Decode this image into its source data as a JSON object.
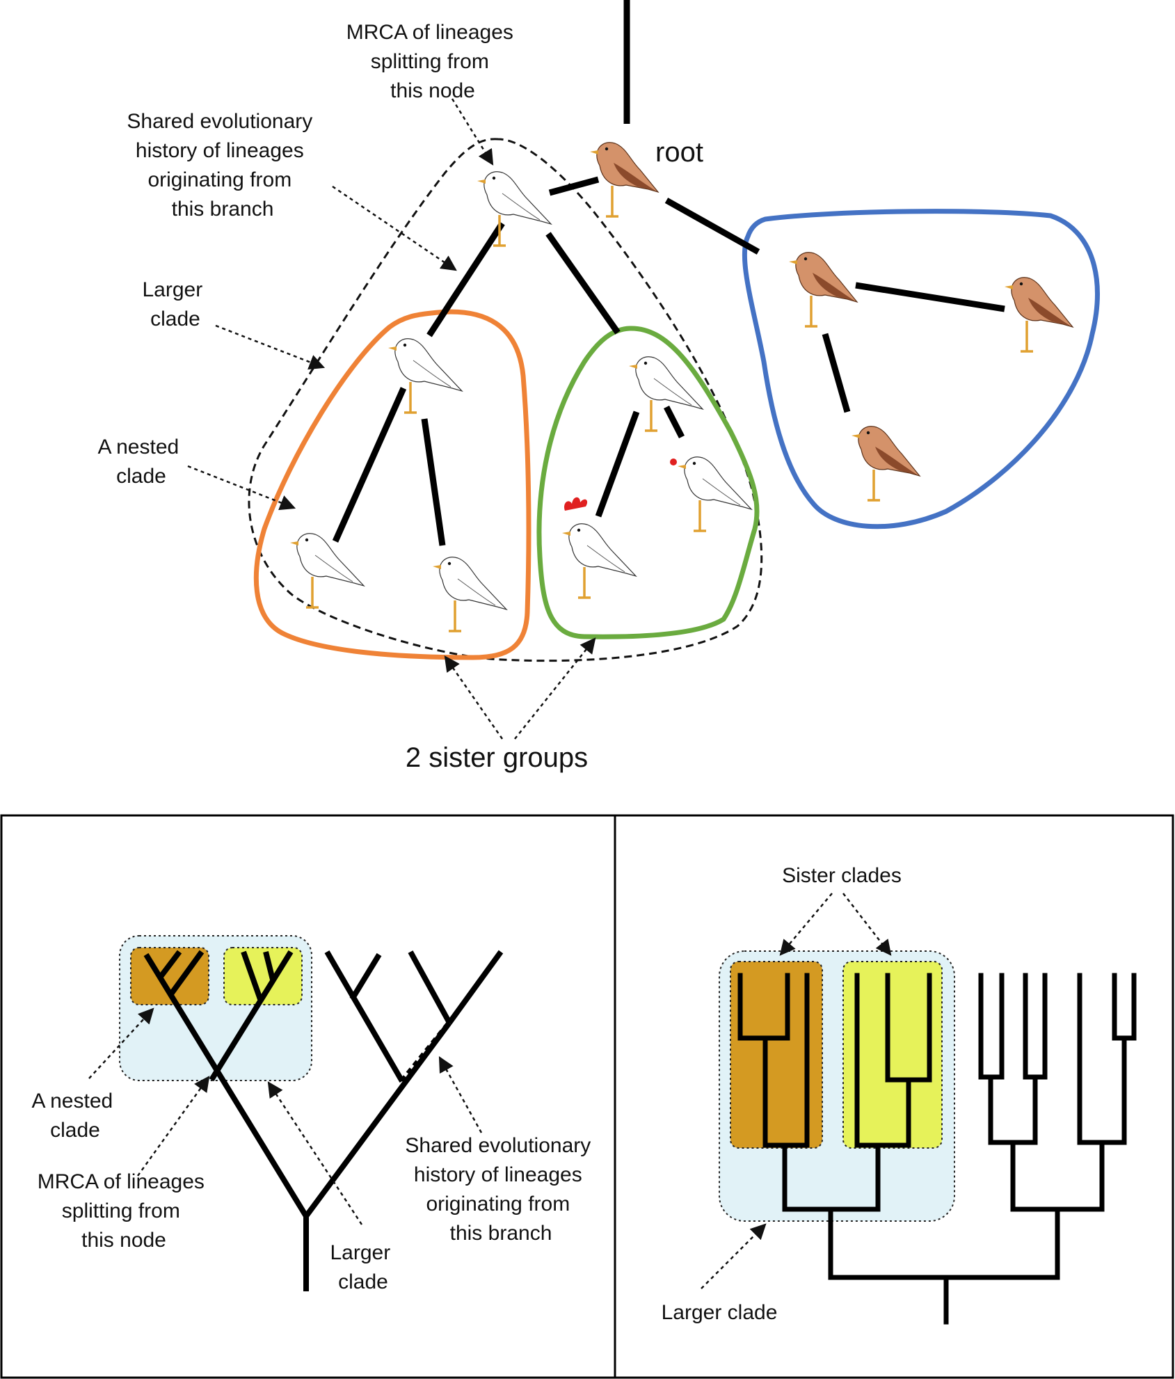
{
  "top": {
    "root_label": "root",
    "mrca_label": [
      "MRCA of lineages",
      "splitting from",
      "this node"
    ],
    "shared_history_label": [
      "Shared evolutionary",
      "history of lineages",
      "originating from",
      "this branch"
    ],
    "larger_clade_label": [
      "Larger",
      "clade"
    ],
    "nested_clade_label": [
      "A nested",
      "clade"
    ],
    "sister_groups_label": "2 sister groups"
  },
  "bottom_left": {
    "nested_clade_label": [
      "A nested",
      "clade"
    ],
    "mrca_label": [
      "MRCA of lineages",
      "splitting from",
      "this node"
    ],
    "larger_clade_label": [
      "Larger",
      "clade"
    ],
    "shared_history_label": [
      "Shared evolutionary",
      "history of lineages",
      "originating from",
      "this branch"
    ]
  },
  "bottom_right": {
    "sister_clades_label": "Sister clades",
    "larger_clade_label": "Larger clade"
  },
  "colors": {
    "orange_clade": "#ef8236",
    "green_clade": "#6aab3f",
    "blue_clade": "#4472c4",
    "brown_bird": "#d4926a",
    "dark_wing": "#8b4a2b",
    "bird_leg": "#e0a030",
    "nested_fill": "#d49a22",
    "sister_fill": "#e6f25a",
    "larger_fill": "#e1f2f7"
  }
}
